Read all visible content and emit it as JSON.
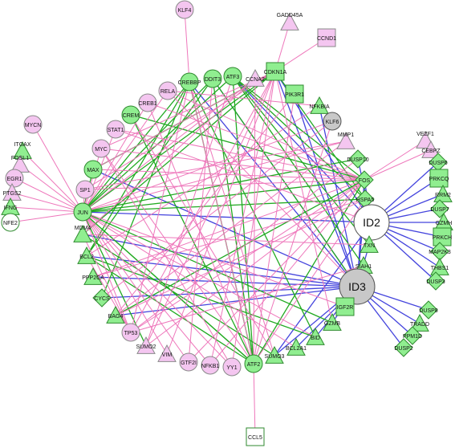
{
  "colors": {
    "pink_node": "#f4c6f0",
    "green_node": "#90ee90",
    "white_node": "#ffffff",
    "gray_node": "#c8c8c8",
    "stroke": "#555555",
    "pink_node_stroke": "#8a8a8a",
    "green_node_stroke": "#2f8a2f",
    "edge_pink": "#ee77bb",
    "edge_green": "#22aa22",
    "edge_blue": "#4444dd"
  },
  "nodes": [
    {
      "id": "KLF4",
      "label": "KLF4",
      "shape": "circle",
      "color": "pink"
    },
    {
      "id": "GADD45A",
      "label": "GADD45A",
      "shape": "triangle",
      "color": "pink"
    },
    {
      "id": "CCND1",
      "label": "CCND1",
      "shape": "square",
      "color": "pink"
    },
    {
      "id": "CREBBP",
      "label": "CREBBP",
      "shape": "circle",
      "color": "green"
    },
    {
      "id": "DDIT3",
      "label": "DDIT3",
      "shape": "circle",
      "color": "green"
    },
    {
      "id": "ATF3",
      "label": "ATF3",
      "shape": "circle",
      "color": "green"
    },
    {
      "id": "CCNA2",
      "label": "CCNA2",
      "shape": "triangle",
      "color": "pink"
    },
    {
      "id": "CDKN1A",
      "label": "CDKN1A",
      "shape": "square",
      "color": "green"
    },
    {
      "id": "RELA",
      "label": "RELA",
      "shape": "circle",
      "color": "pink"
    },
    {
      "id": "PIK3R1",
      "label": "PIK3R1",
      "shape": "square",
      "color": "green"
    },
    {
      "id": "CREB1",
      "label": "CREB1",
      "shape": "circle",
      "color": "pink"
    },
    {
      "id": "NFKBIA",
      "label": "NFKBIA",
      "shape": "triangle",
      "color": "green"
    },
    {
      "id": "CREM",
      "label": "CREM",
      "shape": "circle",
      "color": "green"
    },
    {
      "id": "KLF6",
      "label": "KLF6",
      "shape": "circle",
      "color": "gray"
    },
    {
      "id": "MYCN",
      "label": "MYCN",
      "shape": "circle",
      "color": "pink"
    },
    {
      "id": "STAT1",
      "label": "STAT1",
      "shape": "circle",
      "color": "pink"
    },
    {
      "id": "MMP1",
      "label": "MMP1",
      "shape": "triangle",
      "color": "pink"
    },
    {
      "id": "VEZF1",
      "label": "VEZF1",
      "shape": "triangle",
      "color": "pink"
    },
    {
      "id": "MYC",
      "label": "MYC",
      "shape": "circle",
      "color": "pink"
    },
    {
      "id": "CEBPZ",
      "label": "CEBPZ",
      "shape": "triangle",
      "color": "pink"
    },
    {
      "id": "ITGAX",
      "label": "ITGAX",
      "shape": "triangle",
      "color": "green"
    },
    {
      "id": "DUSP10",
      "label": "DUSP10",
      "shape": "diamond",
      "color": "green"
    },
    {
      "id": "DUSP6",
      "label": "DUSP6",
      "shape": "diamond",
      "color": "green"
    },
    {
      "id": "FOSL1",
      "label": "FOSL1",
      "shape": "triangle",
      "color": "pink"
    },
    {
      "id": "MAX",
      "label": "MAX",
      "shape": "circle",
      "color": "green"
    },
    {
      "id": "EGR1",
      "label": "EGR1",
      "shape": "circle",
      "color": "pink"
    },
    {
      "id": "FOS",
      "label": "FOS",
      "shape": "diamond",
      "color": "green"
    },
    {
      "id": "PRKCQ",
      "label": "PRKCQ",
      "shape": "square",
      "color": "green"
    },
    {
      "id": "PTGS2",
      "label": "PTGS2",
      "shape": "triangle",
      "color": "pink"
    },
    {
      "id": "SP1",
      "label": "SP1",
      "shape": "circle",
      "color": "pink"
    },
    {
      "id": "RRM2",
      "label": "RRM2",
      "shape": "triangle",
      "color": "green"
    },
    {
      "id": "HSPA5",
      "label": "HSPA5",
      "shape": "diamond",
      "color": "green"
    },
    {
      "id": "DUSP7",
      "label": "DUSP7",
      "shape": "diamond",
      "color": "green"
    },
    {
      "id": "IFNG",
      "label": "IFNG",
      "shape": "triangle",
      "color": "green"
    },
    {
      "id": "JUN",
      "label": "JUN",
      "shape": "circle",
      "color": "green"
    },
    {
      "id": "ID2",
      "label": "ID2",
      "shape": "circle",
      "color": "white",
      "big": true
    },
    {
      "id": "GZMH",
      "label": "GZMH",
      "shape": "triangle",
      "color": "green"
    },
    {
      "id": "NFE2",
      "label": "NFE2",
      "shape": "circle",
      "color": "white"
    },
    {
      "id": "PRKCH",
      "label": "PRKCH",
      "shape": "square",
      "color": "green"
    },
    {
      "id": "MDM4",
      "label": "MDM4",
      "shape": "triangle",
      "color": "green"
    },
    {
      "id": "TXN",
      "label": "TXN",
      "shape": "triangle",
      "color": "green"
    },
    {
      "id": "MAP2K3",
      "label": "MAP2K3",
      "shape": "diamond",
      "color": "green"
    },
    {
      "id": "BCL2",
      "label": "BCL2",
      "shape": "triangle",
      "color": "green"
    },
    {
      "id": "THBS1",
      "label": "THBS1",
      "shape": "triangle",
      "color": "green"
    },
    {
      "id": "SIAH1",
      "label": "SIAH1",
      "shape": "triangle",
      "color": "green"
    },
    {
      "id": "PPP2CA",
      "label": "PPP2CA",
      "shape": "triangle",
      "color": "green"
    },
    {
      "id": "DUSP3",
      "label": "DUSP3",
      "shape": "diamond",
      "color": "green"
    },
    {
      "id": "ID3",
      "label": "ID3",
      "shape": "circle",
      "color": "gray",
      "big": true
    },
    {
      "id": "CYCS",
      "label": "CYCS",
      "shape": "diamond",
      "color": "green"
    },
    {
      "id": "IGF2R",
      "label": "IGF2R",
      "shape": "square",
      "color": "green"
    },
    {
      "id": "BAG4",
      "label": "BAG4",
      "shape": "triangle",
      "color": "green"
    },
    {
      "id": "DUSP8",
      "label": "DUSP8",
      "shape": "diamond",
      "color": "green"
    },
    {
      "id": "GZMB",
      "label": "GZMB",
      "shape": "triangle",
      "color": "green"
    },
    {
      "id": "TRADD",
      "label": "TRADD",
      "shape": "triangle",
      "color": "green"
    },
    {
      "id": "TP53",
      "label": "TP53",
      "shape": "circle",
      "color": "pink"
    },
    {
      "id": "BID",
      "label": "BID",
      "shape": "triangle",
      "color": "green"
    },
    {
      "id": "PPM1D",
      "label": "PPM1D",
      "shape": "diamond",
      "color": "green"
    },
    {
      "id": "SUMO2",
      "label": "SUMO2",
      "shape": "triangle",
      "color": "pink"
    },
    {
      "id": "BCL2A1",
      "label": "BCL2A1",
      "shape": "triangle",
      "color": "green"
    },
    {
      "id": "DUSP2",
      "label": "DUSP2",
      "shape": "diamond",
      "color": "green"
    },
    {
      "id": "VIM",
      "label": "VIM",
      "shape": "triangle",
      "color": "pink"
    },
    {
      "id": "SUMO3",
      "label": "SUMO3",
      "shape": "triangle",
      "color": "green"
    },
    {
      "id": "GTF2I",
      "label": "GTF2I",
      "shape": "circle",
      "color": "pink"
    },
    {
      "id": "NFKB1",
      "label": "NFKB1",
      "shape": "circle",
      "color": "pink"
    },
    {
      "id": "YY1",
      "label": "YY1",
      "shape": "circle",
      "color": "pink"
    },
    {
      "id": "ATF2",
      "label": "ATF2",
      "shape": "circle",
      "color": "green"
    },
    {
      "id": "CCL5",
      "label": "CCL5",
      "shape": "square",
      "color": "white"
    }
  ],
  "edges": [
    [
      "KLF4",
      "CREBBP",
      "pink"
    ],
    [
      "GADD45A",
      "CDKN1A",
      "pink"
    ],
    [
      "CCND1",
      "CDKN1A",
      "pink"
    ],
    [
      "MYCN",
      "JUN",
      "pink"
    ],
    [
      "ITGAX",
      "JUN",
      "pink"
    ],
    [
      "FOSL1",
      "JUN",
      "pink"
    ],
    [
      "EGR1",
      "JUN",
      "pink"
    ],
    [
      "PTGS2",
      "JUN",
      "pink"
    ],
    [
      "IFNG",
      "JUN",
      "pink"
    ],
    [
      "NFE2",
      "JUN",
      "pink"
    ],
    [
      "VEZF1",
      "FOS",
      "pink"
    ],
    [
      "CEBPZ",
      "FOS",
      "pink"
    ],
    [
      "CCL5",
      "ATF2",
      "pink"
    ],
    [
      "ID2",
      "DUSP6",
      "blue"
    ],
    [
      "ID2",
      "PRKCQ",
      "blue"
    ],
    [
      "ID2",
      "RRM2",
      "blue"
    ],
    [
      "ID2",
      "DUSP7",
      "blue"
    ],
    [
      "ID2",
      "GZMH",
      "blue"
    ],
    [
      "ID2",
      "PRKCH",
      "blue"
    ],
    [
      "ID2",
      "MAP2K3",
      "blue"
    ],
    [
      "ID2",
      "THBS1",
      "blue"
    ],
    [
      "ID2",
      "DUSP3",
      "blue"
    ],
    [
      "ID3",
      "DUSP8",
      "blue"
    ],
    [
      "ID3",
      "TRADD",
      "blue"
    ],
    [
      "ID3",
      "PPM1D",
      "blue"
    ],
    [
      "ID3",
      "DUSP2",
      "blue"
    ],
    [
      "ID3",
      "CDKN1A",
      "blue"
    ],
    [
      "ID3",
      "PIK3R1",
      "blue"
    ],
    [
      "ID3",
      "NFKBIA",
      "blue"
    ],
    [
      "ID3",
      "MAX",
      "blue"
    ],
    [
      "ID3",
      "MDM4",
      "blue"
    ],
    [
      "ID3",
      "BCL2",
      "blue"
    ],
    [
      "ID3",
      "PPP2CA",
      "blue"
    ],
    [
      "ID3",
      "CYCS",
      "blue"
    ],
    [
      "ID3",
      "BAG4",
      "blue"
    ],
    [
      "ID3",
      "SUMO3",
      "blue"
    ],
    [
      "ID3",
      "BCL2A1",
      "blue"
    ],
    [
      "ID3",
      "BID",
      "blue"
    ],
    [
      "ID3",
      "GZMB",
      "blue"
    ],
    [
      "ID3",
      "IGF2R",
      "blue"
    ],
    [
      "ID3",
      "SIAH1",
      "blue"
    ],
    [
      "ID3",
      "TXN",
      "blue"
    ],
    [
      "ID3",
      "HSPA5",
      "blue"
    ],
    [
      "ID3",
      "FOS",
      "blue"
    ],
    [
      "ID3",
      "CREBBP",
      "blue"
    ],
    [
      "ID3",
      "DDIT3",
      "blue"
    ],
    [
      "ID2",
      "JUN",
      "blue"
    ],
    [
      "ID2",
      "FOS",
      "blue"
    ],
    [
      "ID2",
      "CDKN1A",
      "blue"
    ],
    [
      "ID2",
      "ATF3",
      "blue"
    ],
    [
      "ID2",
      "SUMO3",
      "blue"
    ],
    [
      "ID2",
      "DUSP10",
      "blue"
    ],
    [
      "JUN",
      "CREBBP",
      "green"
    ],
    [
      "JUN",
      "DDIT3",
      "green"
    ],
    [
      "JUN",
      "ATF3",
      "green"
    ],
    [
      "JUN",
      "CDKN1A",
      "green"
    ],
    [
      "JUN",
      "FOS",
      "green"
    ],
    [
      "JUN",
      "HSPA5",
      "green"
    ],
    [
      "JUN",
      "ATF2",
      "green"
    ],
    [
      "JUN",
      "MAX",
      "green"
    ],
    [
      "JUN",
      "DUSP10",
      "green"
    ],
    [
      "ATF2",
      "CREBBP",
      "green"
    ],
    [
      "ATF2",
      "ATF3",
      "green"
    ],
    [
      "ATF2",
      "DDIT3",
      "green"
    ],
    [
      "ATF2",
      "JUN",
      "green"
    ],
    [
      "ATF2",
      "FOS",
      "green"
    ],
    [
      "ATF2",
      "CREM",
      "green"
    ],
    [
      "ATF3",
      "FOS",
      "green"
    ],
    [
      "ATF3",
      "HSPA5",
      "green"
    ],
    [
      "ATF3",
      "TXN",
      "green"
    ],
    [
      "DDIT3",
      "BCL2",
      "green"
    ],
    [
      "DDIT3",
      "ID3",
      "green"
    ],
    [
      "CREBBP",
      "BCL2",
      "green"
    ],
    [
      "CREBBP",
      "CYCS",
      "green"
    ],
    [
      "CDKN1A",
      "MAX",
      "green"
    ],
    [
      "CDKN1A",
      "HSPA5",
      "green"
    ],
    [
      "CREM",
      "FOS",
      "green"
    ],
    [
      "FOS",
      "BAG4",
      "green"
    ],
    [
      "MDM4",
      "SUMO3",
      "green"
    ],
    [
      "BCL2",
      "BID",
      "green"
    ],
    [
      "BCL2",
      "ATF2",
      "green"
    ],
    [
      "JUN",
      "SUMO2",
      "green"
    ],
    [
      "JUN",
      "GZMB",
      "green"
    ],
    [
      "CREBBP",
      "BID",
      "green"
    ],
    [
      "ATF3",
      "SIAH1",
      "green"
    ],
    [
      "CDKN1A",
      "MDM4",
      "green"
    ],
    [
      "JUN",
      "RELA",
      "pink"
    ],
    [
      "JUN",
      "CREB1",
      "pink"
    ],
    [
      "JUN",
      "STAT1",
      "pink"
    ],
    [
      "JUN",
      "MYC",
      "pink"
    ],
    [
      "JUN",
      "SP1",
      "pink"
    ],
    [
      "JUN",
      "TP53",
      "pink"
    ],
    [
      "JUN",
      "VIM",
      "pink"
    ],
    [
      "JUN",
      "GTF2I",
      "pink"
    ],
    [
      "JUN",
      "NFKB1",
      "pink"
    ],
    [
      "JUN",
      "YY1",
      "pink"
    ],
    [
      "JUN",
      "KLF6",
      "pink"
    ],
    [
      "JUN",
      "MMP1",
      "pink"
    ],
    [
      "JUN",
      "CCNA2",
      "pink"
    ],
    [
      "JUN",
      "BCL2A1",
      "pink"
    ],
    [
      "JUN",
      "IGF2R",
      "pink"
    ],
    [
      "JUN",
      "BID",
      "pink"
    ],
    [
      "RELA",
      "FOS",
      "pink"
    ],
    [
      "RELA",
      "NFKBIA",
      "pink"
    ],
    [
      "RELA",
      "ID3",
      "pink"
    ],
    [
      "CREB1",
      "FOS",
      "pink"
    ],
    [
      "CREB1",
      "ATF2",
      "pink"
    ],
    [
      "STAT1",
      "FOS",
      "pink"
    ],
    [
      "STAT1",
      "ID2",
      "pink"
    ],
    [
      "MYC",
      "CDKN1A",
      "pink"
    ],
    [
      "MYC",
      "ATF2",
      "pink"
    ],
    [
      "MYC",
      "FOS",
      "pink"
    ],
    [
      "SP1",
      "CDKN1A",
      "pink"
    ],
    [
      "SP1",
      "FOS",
      "pink"
    ],
    [
      "SP1",
      "MMP1",
      "pink"
    ],
    [
      "TP53",
      "CDKN1A",
      "pink"
    ],
    [
      "TP53",
      "MDM4",
      "pink"
    ],
    [
      "TP53",
      "FOS",
      "pink"
    ],
    [
      "TP53",
      "SIAH1",
      "pink"
    ],
    [
      "TP53",
      "BCL2",
      "pink"
    ],
    [
      "VIM",
      "CDKN1A",
      "pink"
    ],
    [
      "GTF2I",
      "FOS",
      "pink"
    ],
    [
      "NFKB1",
      "CDKN1A",
      "pink"
    ],
    [
      "NFKB1",
      "FOS",
      "pink"
    ],
    [
      "YY1",
      "CDKN1A",
      "pink"
    ],
    [
      "YY1",
      "MYC",
      "pink"
    ],
    [
      "SUMO2",
      "CDKN1A",
      "pink"
    ],
    [
      "SUMO2",
      "FOS",
      "pink"
    ],
    [
      "CCNA2",
      "ATF2",
      "pink"
    ],
    [
      "CCNA2",
      "MDM4",
      "pink"
    ],
    [
      "KLF6",
      "ATF2",
      "pink"
    ],
    [
      "KLF6",
      "CYCS",
      "pink"
    ],
    [
      "MMP1",
      "BAG4",
      "pink"
    ],
    [
      "NFKBIA",
      "BCL2",
      "pink"
    ],
    [
      "PIK3R1",
      "BAG4",
      "pink"
    ],
    [
      "PIK3R1",
      "ATF2",
      "pink"
    ],
    [
      "DUSP10",
      "TP53",
      "pink"
    ],
    [
      "HSPA5",
      "ATF2",
      "pink"
    ],
    [
      "HSPA5",
      "PPP2CA",
      "pink"
    ],
    [
      "TXN",
      "MDM4",
      "pink"
    ],
    [
      "CREBBP",
      "TP53",
      "pink"
    ],
    [
      "CREBBP",
      "ATF2",
      "pink"
    ],
    [
      "CREBBP",
      "SUMO3",
      "pink"
    ],
    [
      "DDIT3",
      "GTF2I",
      "pink"
    ],
    [
      "ATF3",
      "SUMO2",
      "pink"
    ],
    [
      "CDKN1A",
      "GZMB",
      "pink"
    ],
    [
      "CREM",
      "SUMO3",
      "pink"
    ],
    [
      "MAX",
      "FOS",
      "pink"
    ],
    [
      "MAX",
      "CDKN1A",
      "pink"
    ],
    [
      "PPP2CA",
      "FOS",
      "pink"
    ],
    [
      "BAG4",
      "HSPA5",
      "pink"
    ]
  ]
}
